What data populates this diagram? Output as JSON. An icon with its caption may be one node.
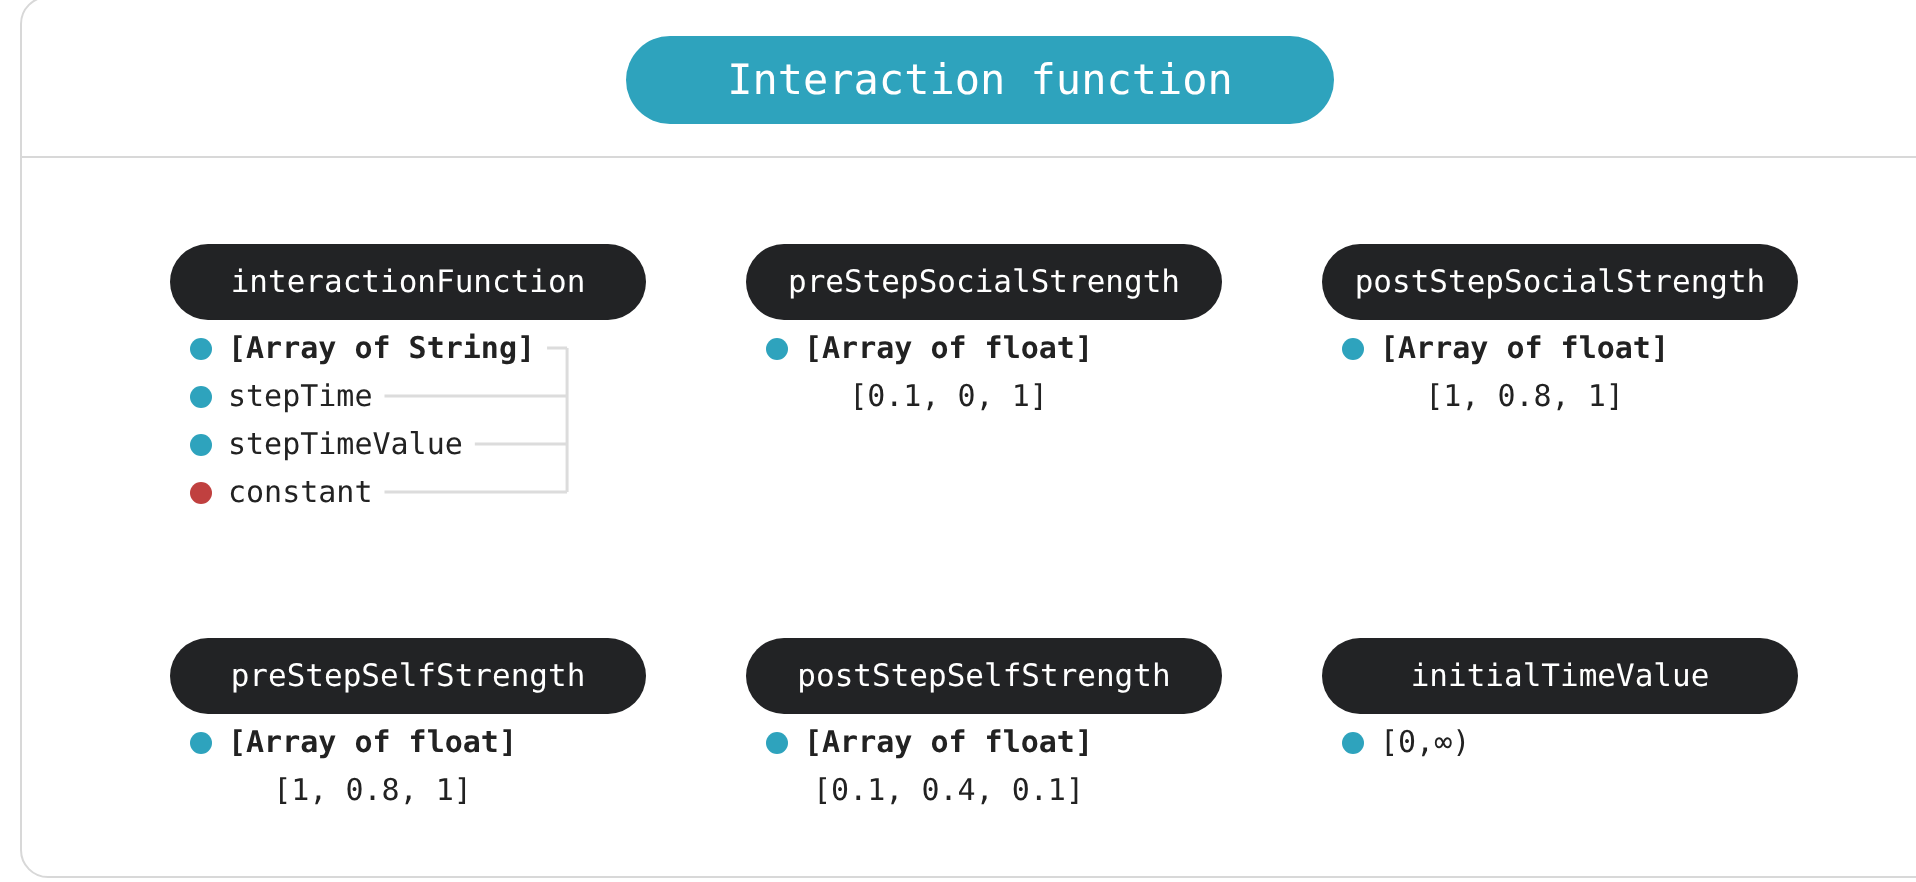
{
  "diagram": {
    "title": "Interaction function",
    "nodes": [
      {
        "text": [
          "interactionFunction"
        ],
        "beside": [
          "[Array of String]",
          "stepTime",
          "stepTimeValue",
          "constant"
        ]
      },
      {
        "text": [
          "preStepSocialStrength"
        ],
        "beside": [
          "[Array of float]",
          "[0.1, 0, 1]"
        ]
      },
      {
        "text": [
          "postStepSocialStrength"
        ],
        "beside": [
          "[Array of float]",
          "[1, 0.8, 1]"
        ]
      },
      {
        "text": [
          "preStepSelfStrength"
        ],
        "beside": [
          "[Array of float]",
          "[1, 0.8, 1]"
        ]
      },
      {
        "text": [
          "postStepSelfStrength"
        ],
        "beside": [
          "[Array of float]",
          "[0.1, 0.4, 0.1]"
        ]
      },
      {
        "text": [
          "initialTimeValue"
        ],
        "beside": [
          "[0,∞)"
        ]
      }
    ]
  }
}
